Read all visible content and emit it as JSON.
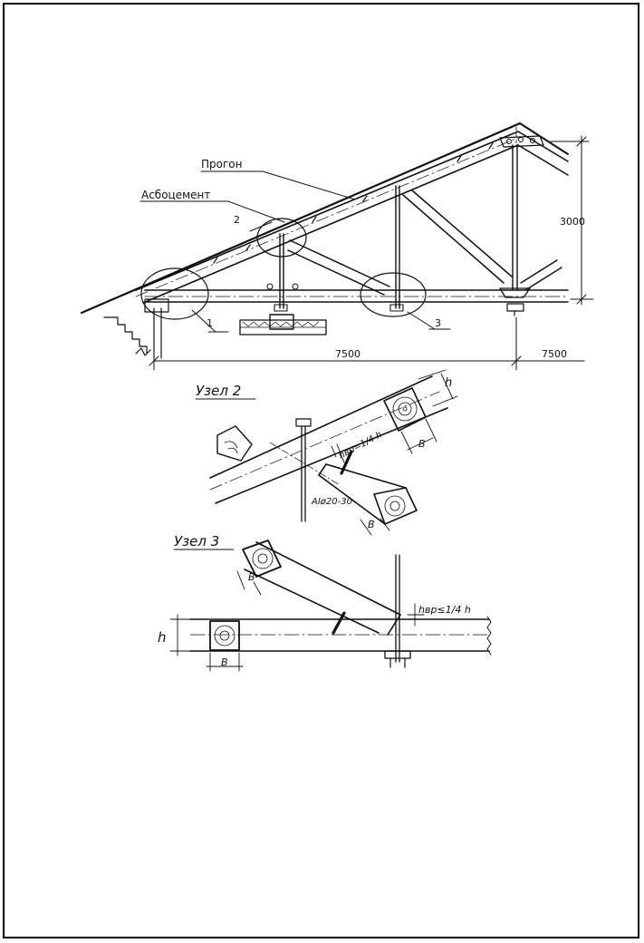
{
  "labels": {
    "purlin": "Прогон",
    "asbestos_cement": "Асбоцемент",
    "callout_1": "1",
    "callout_2": "2",
    "callout_3": "3",
    "height_dim": "3000",
    "span_left": "7500",
    "span_right": "7500"
  },
  "node2": {
    "title": "Узел 2",
    "h": "h",
    "b_upper": "B",
    "b_lower": "B",
    "notch": "hвр=1/4 h",
    "bolt": "AIø20-30"
  },
  "node3": {
    "title": "Узел 3",
    "h": "h",
    "b_upper": "B",
    "b_lower": "B",
    "notch": "hвр≤1/4 h"
  },
  "colors": {
    "ink": "#111111",
    "paper": "#ffffff"
  }
}
